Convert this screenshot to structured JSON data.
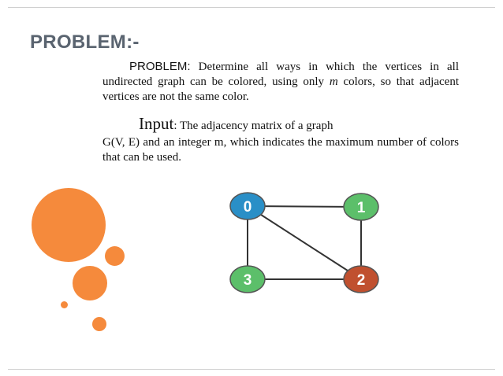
{
  "slide": {
    "title": "PROBLEM:-",
    "problem_label": "PROBLEM:",
    "problem_text_a": " Determine all ways in which the vertices in all undirected graph can be colored, using only ",
    "problem_m": "m",
    "problem_text_b": " colors, so that adjacent vertices are not the same color.",
    "input_label": "Input",
    "input_text_a": ": The adjacency matrix of a graph",
    "input_text_b": "G(V, E) and an integer m, which indicates the maximum number of colors that can be used."
  },
  "colors": {
    "accent_orange": "#f58a3c",
    "title_gray": "#5a6470",
    "node_blue": "#2a8fc7",
    "node_green": "#5cbf6a",
    "node_red": "#c0502f"
  },
  "graph": {
    "nodes": [
      {
        "id": "0",
        "label": "0",
        "color": "#2a8fc7"
      },
      {
        "id": "1",
        "label": "1",
        "color": "#5cbf6a"
      },
      {
        "id": "2",
        "label": "2",
        "color": "#c0502f"
      },
      {
        "id": "3",
        "label": "3",
        "color": "#5cbf6a"
      }
    ],
    "edges": [
      [
        "0",
        "1"
      ],
      [
        "0",
        "3"
      ],
      [
        "0",
        "2"
      ],
      [
        "1",
        "2"
      ],
      [
        "3",
        "2"
      ]
    ]
  }
}
